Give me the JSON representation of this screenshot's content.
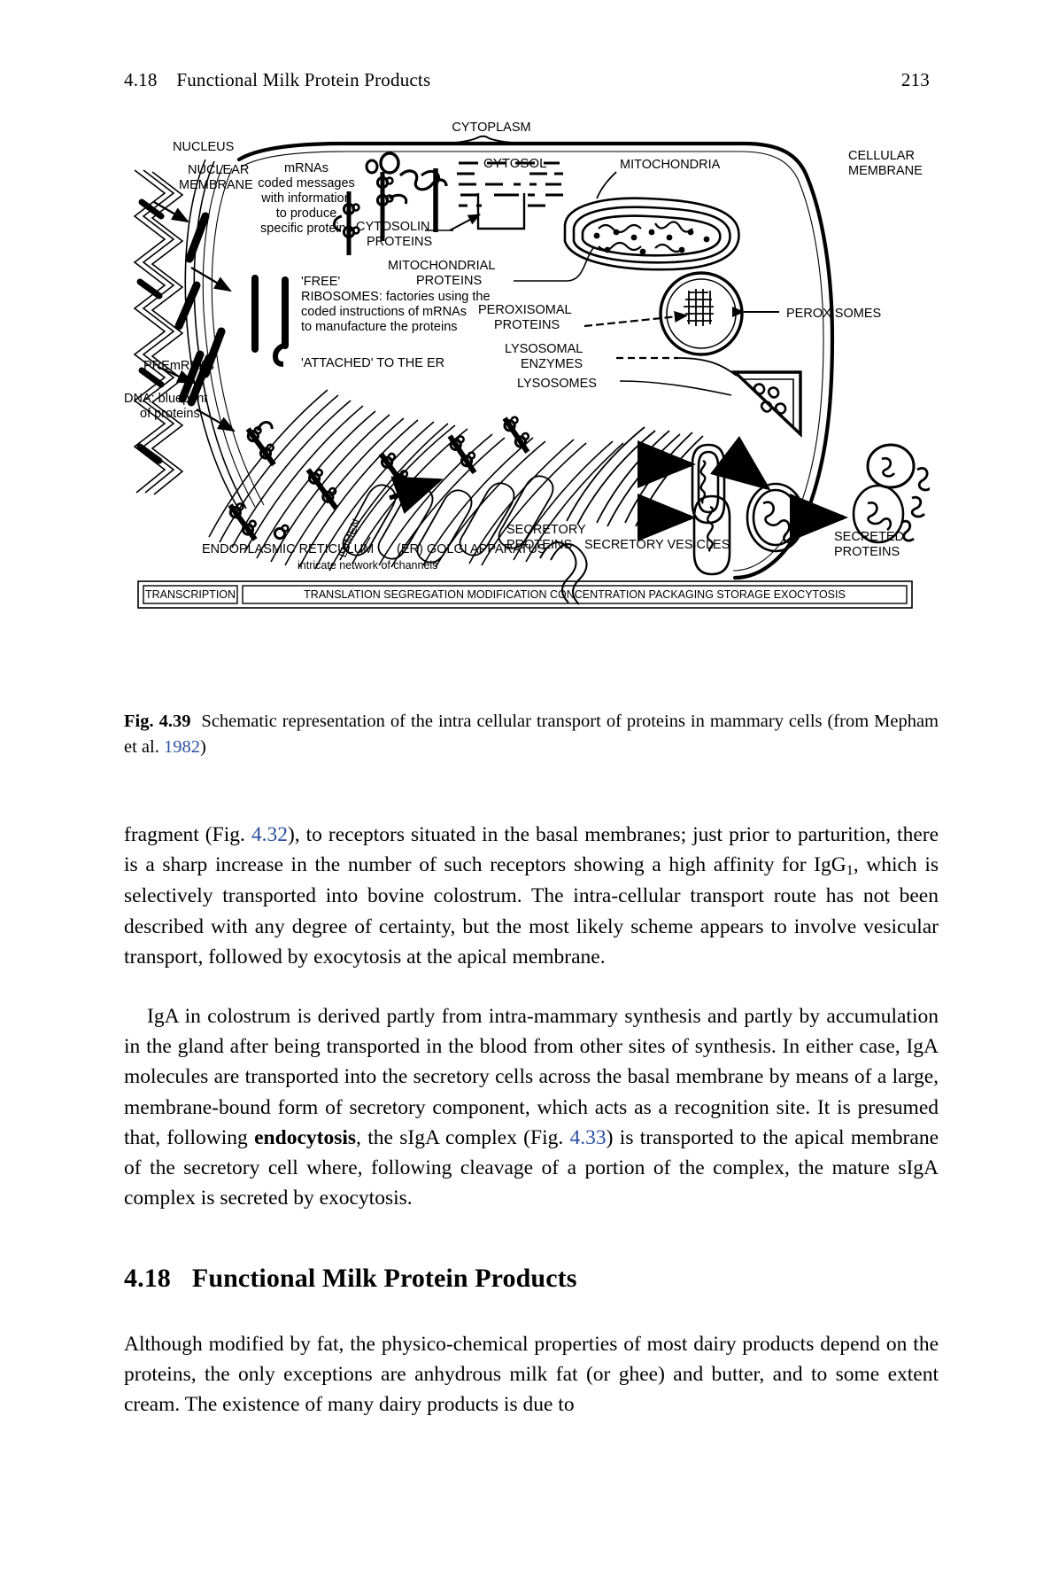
{
  "running_head": {
    "section_label": "4.18    Functional Milk Protein Products",
    "page_number": "213"
  },
  "figure": {
    "id": "fig-4-39",
    "caption_label": "Fig. 4.39",
    "caption_text": "Schematic representation of the intra cellular transport of proteins in mammary cells (from Mepham et al. ",
    "caption_year": "1982",
    "caption_tail": ")",
    "labels": {
      "cytoplasm": "CYTOPLASM",
      "nucleus": "NUCLEUS",
      "nuclear_membrane_l1": "NUCLEAR",
      "nuclear_membrane_l2": "MEMBRANE",
      "cellular_membrane_l1": "CELLULAR",
      "cellular_membrane_l2": "MEMBRANE",
      "mrnas_l1": "mRNAs",
      "mrnas_l2": "coded messages",
      "mrnas_l3": "with information",
      "mrnas_l4": "to produce",
      "mrnas_l5": "specific proteins",
      "cytosol": "CYTOSOL",
      "cytosolin_l1": "CYTOSOLIN",
      "cytosolin_l2": "PROTEINS",
      "mitochondria": "MITOCHONDRIA",
      "mitochondrial_l1": "MITOCHONDRIAL",
      "mitochondrial_l2": "PROTEINS",
      "free": "'FREE'",
      "ribosomes_l1": "RIBOSOMES: factories using the",
      "ribosomes_l2": "coded instructions of mRNAs",
      "ribosomes_l3": "to manufacture the proteins",
      "peroxisomal_l1": "PEROXISOMAL",
      "peroxisomal_l2": "PROTEINS",
      "peroxisomes": "PEROXISOMES",
      "lysosomal_l1": "LYSOSOMAL",
      "lysosomal_l2": "ENZYMES",
      "lysosomes": "LYSOSOMES",
      "premrnas": "PREmRNAs",
      "dna_l1": "DNA: blueprint",
      "dna_l2": "of proteins",
      "attached_to_er": "'ATTACHED' TO THE ER",
      "lumen": "LUMEN",
      "endoplasmic_reticulum": "ENDOPLASMIC RETICULUM",
      "er_golgi": "(ER)  GOLGI APPARATUS",
      "intricate": "intricate network of channels",
      "secretory_proteins_l1": "SECRETORY",
      "secretory_proteins_l2": "PROTEINS",
      "secretory_vesicles": "SECRETORY VESICLES",
      "secreted_l1": "SECRETED",
      "secreted_l2": "PROTEINS"
    },
    "process_bar": {
      "first_cell": "TRANSCRIPTION",
      "second_cell": "TRANSLATION  SEGREGATION  MODIFICATION  CONCENTRATION  PACKAGING  STORAGE  EXOCYTOSIS"
    }
  },
  "body": {
    "para1_a": "fragment (Fig. ",
    "para1_ref1": "4.32",
    "para1_b": "), to receptors situated in the basal membranes; just prior to parturition, there is a sharp increase in the number of such receptors showing a high affinity for IgG",
    "para1_sub": "1",
    "para1_c": ", which is selectively transported into bovine colostrum. The intra-cellular transport route has not been described with any degree of certainty, but the most likely scheme appears to involve vesicular transport, followed by exocytosis at the apical membrane.",
    "para2_a": "IgA in colostrum is derived partly from intra-mammary synthesis and partly by accumulation in the gland after being transported in the blood from other sites of synthesis. In either case, IgA molecules are transported into the secretory cells across the basal membrane by means of a large, membrane-bound form of secretory component, which acts as a recognition site. It is presumed that, following ",
    "para2_bold": "endocytosis",
    "para2_b": ", the sIgA complex (Fig. ",
    "para2_ref": "4.33",
    "para2_c": ") is transported to the apical membrane of the secretory cell where, following cleavage of a portion of the complex, the mature sIgA complex is secreted by exocytosis."
  },
  "section": {
    "number": "4.18",
    "title": "Functional Milk Protein Products",
    "paragraph": "Although modified by fat, the physico-chemical properties of most dairy products depend on the proteins, the only exceptions are anhydrous milk fat (or ghee) and butter, and to some extent cream. The existence of many dairy products is due to"
  },
  "colors": {
    "ink": "#000000",
    "link": "#2a4fa0",
    "paper": "#ffffff"
  }
}
